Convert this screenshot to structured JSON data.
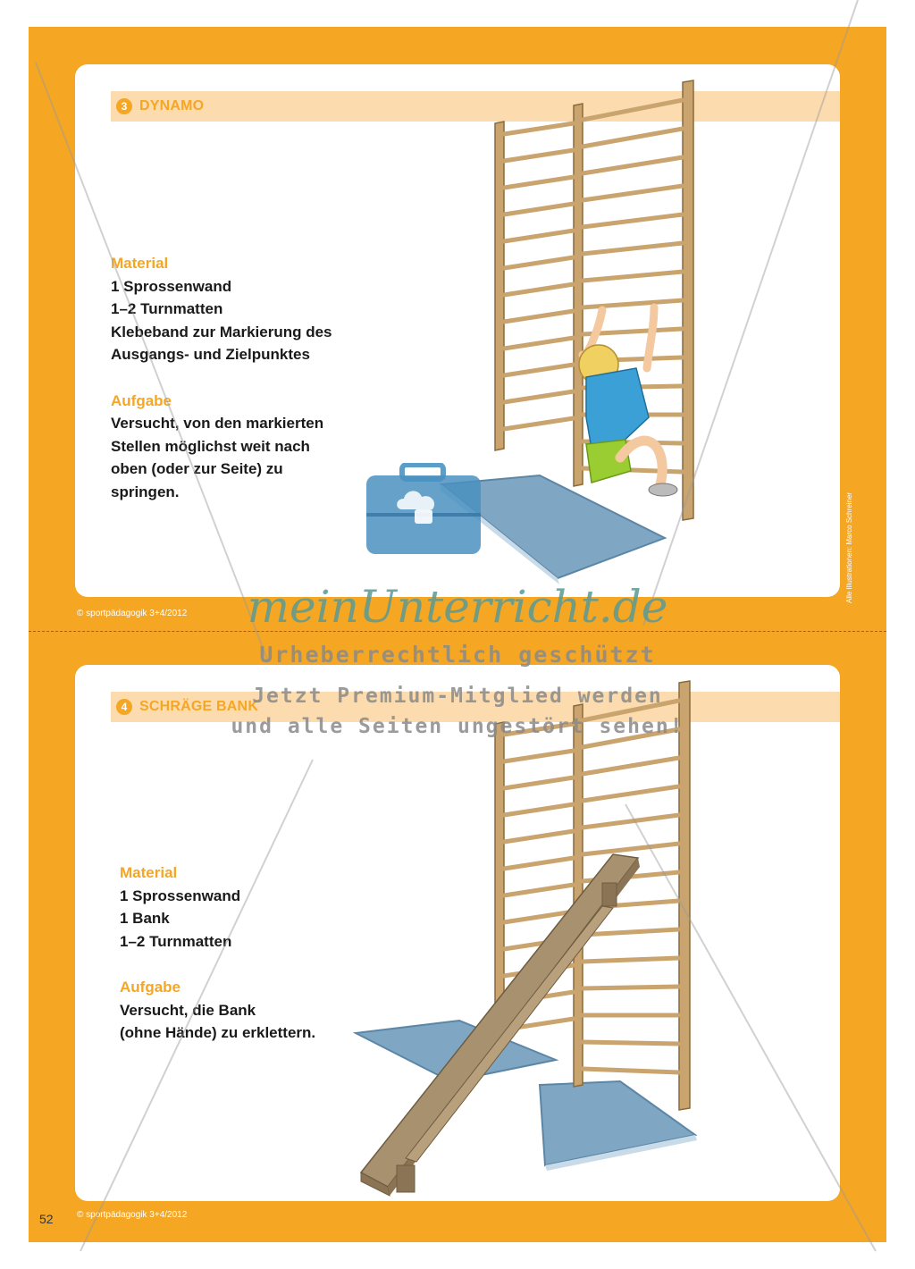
{
  "cards": [
    {
      "number": "3",
      "title": "DYNAMO",
      "material_heading": "Material",
      "material_lines": [
        "1 Sprossenwand",
        "1–2 Turnmatten",
        "Klebeband zur Markierung des",
        "Ausgangs- und Zielpunktes"
      ],
      "task_heading": "Aufgabe",
      "task_lines": [
        "Versucht, von den markierten",
        "Stellen möglichst weit nach",
        "oben (oder zur Seite) zu",
        "springen."
      ]
    },
    {
      "number": "4",
      "title": "SCHRÄGE BANK",
      "material_heading": "Material",
      "material_lines": [
        "1 Sprossenwand",
        "1 Bank",
        "1–2 Turnmatten"
      ],
      "task_heading": "Aufgabe",
      "task_lines": [
        "Versucht, die Bank",
        "(ohne Hände) zu erklettern."
      ]
    }
  ],
  "copyright": "© sportpädagogik 3+4/2012",
  "side_credit": "Alle Illustrationen: Marco Schreiner",
  "page_number": "52",
  "watermark": {
    "logo": "meinUnterricht.de",
    "line1": "Urheberrechtlich geschützt",
    "line2": "Jetzt Premium-Mitglied werden",
    "line3": "und alle Seiten ungestört sehen!"
  },
  "colors": {
    "frame": "#f5a623",
    "title_bar": "#fcdcae",
    "wood": "#c9a46e",
    "mat": "#7fa6c3",
    "shirt": "#3aa0d6",
    "shorts": "#9acd32"
  }
}
